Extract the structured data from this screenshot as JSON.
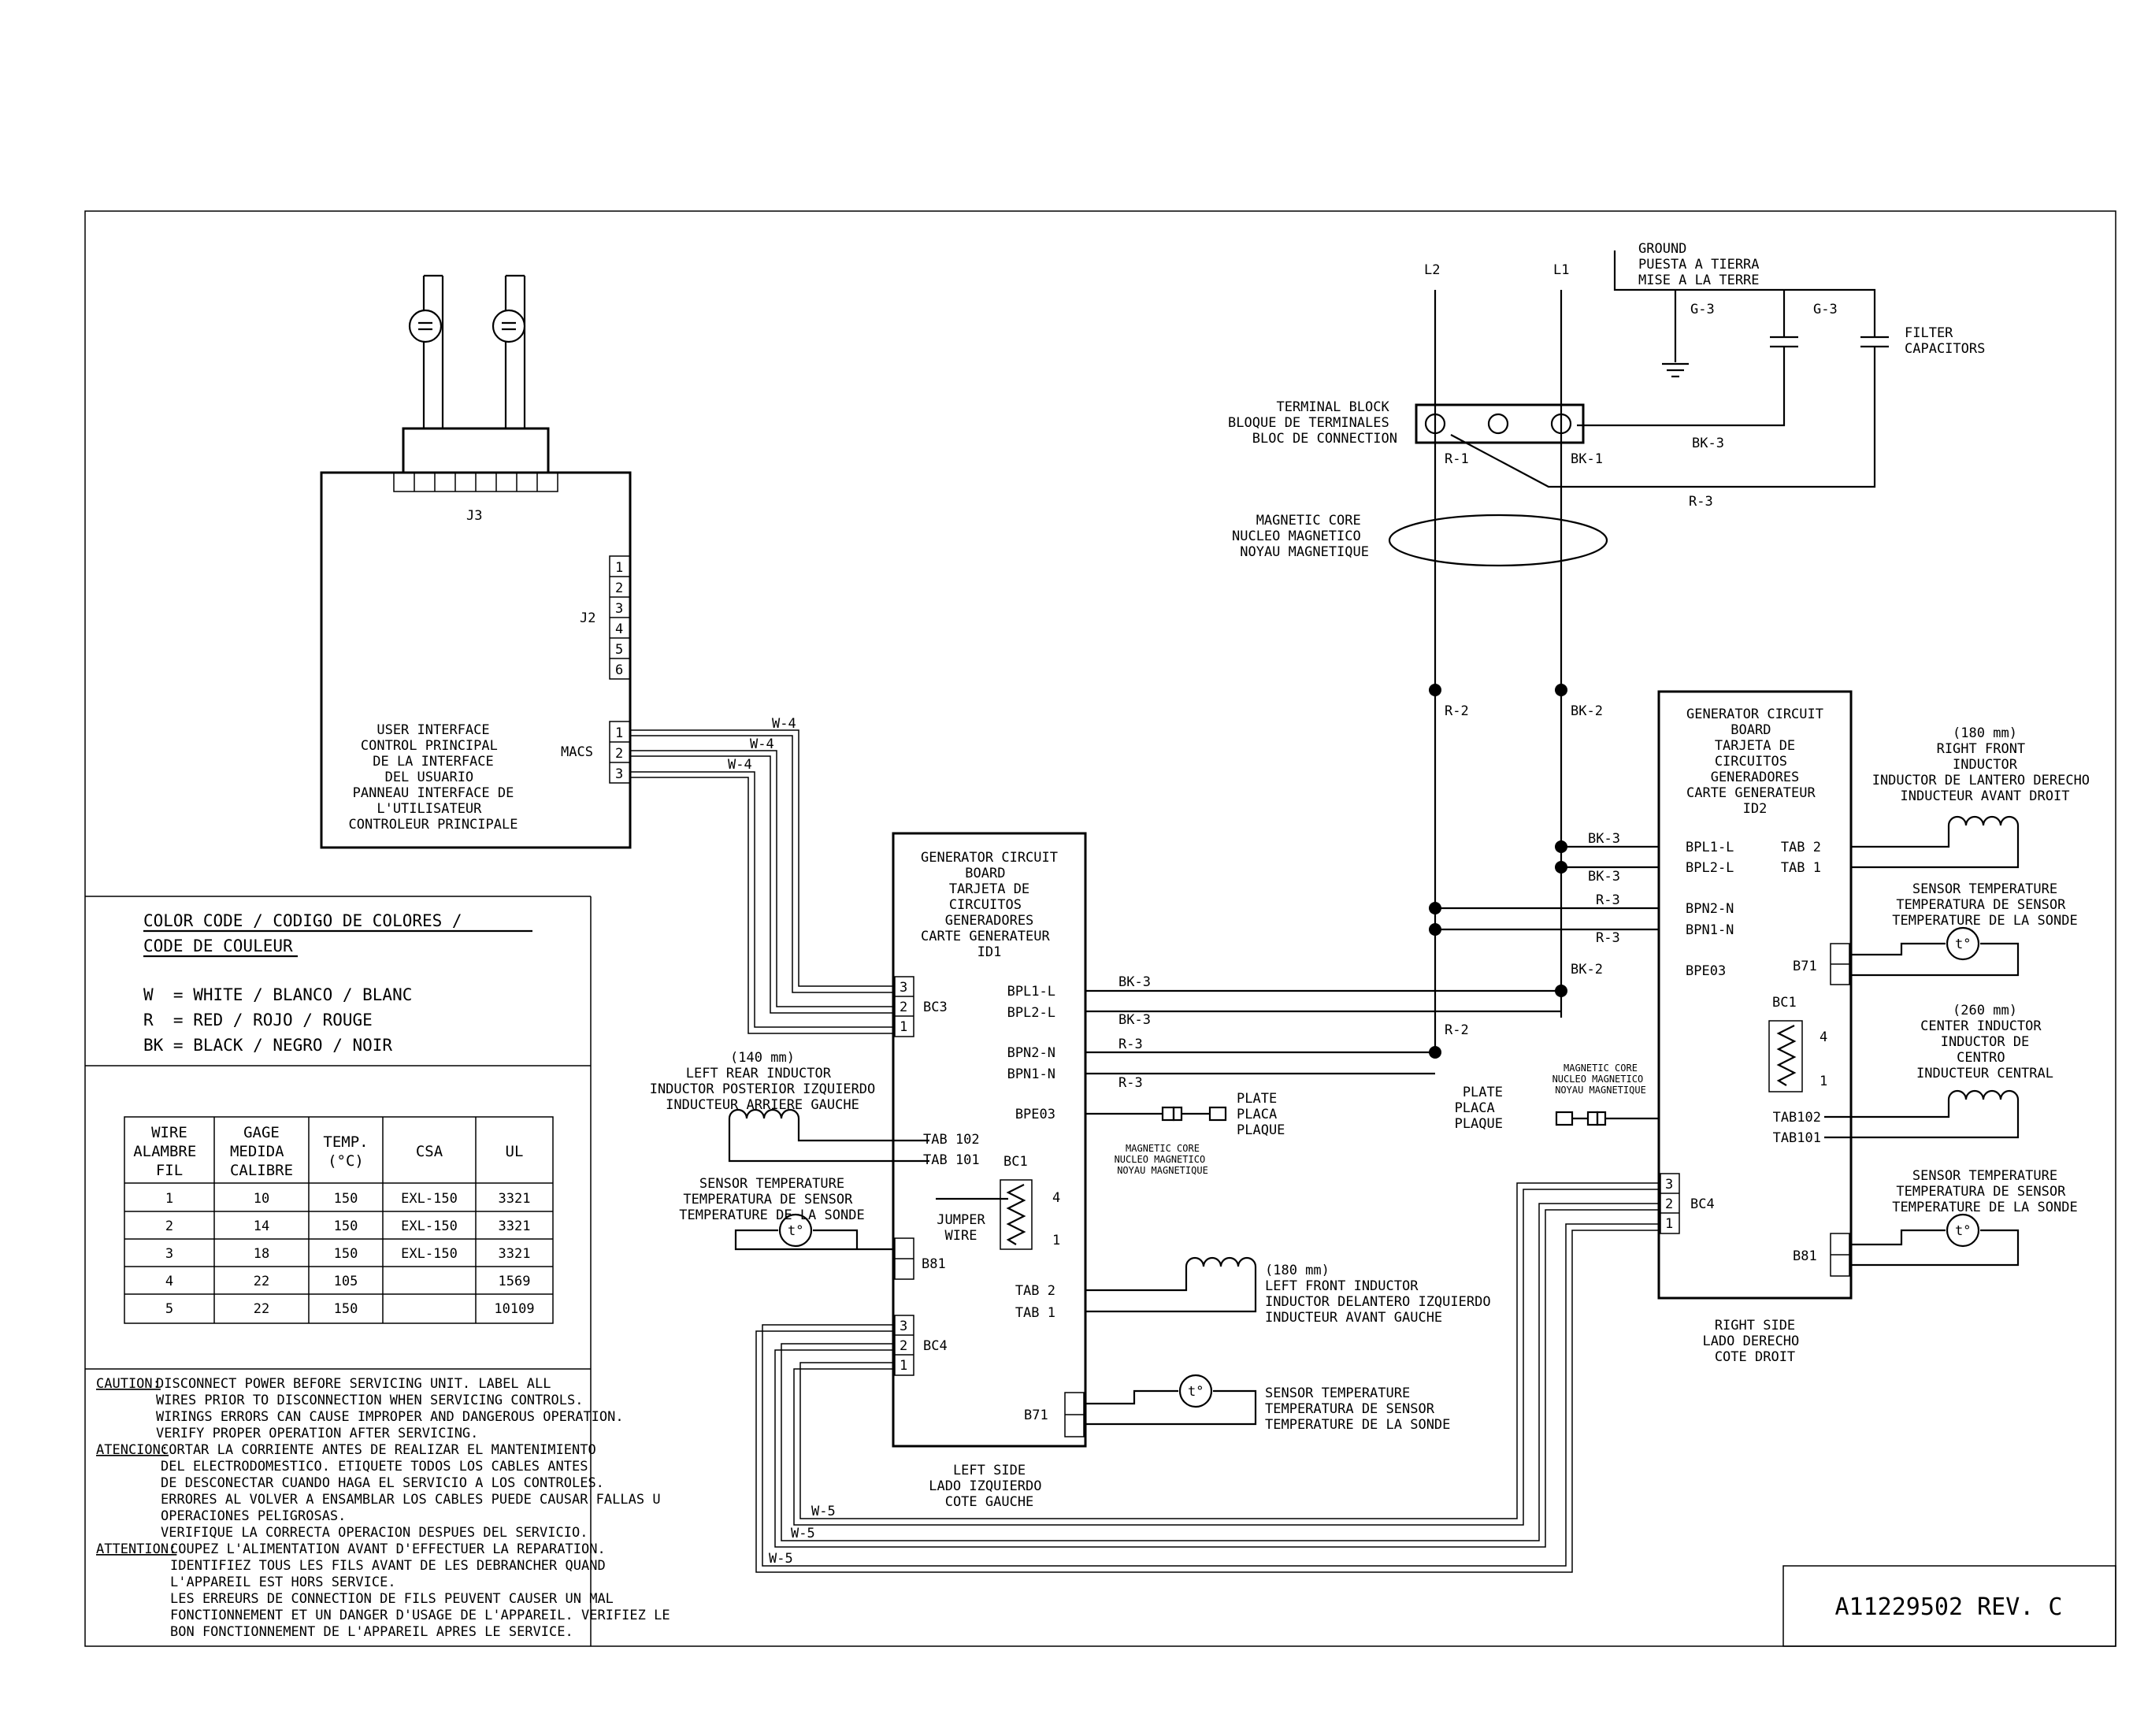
{
  "power": {
    "l2": "L2",
    "l1": "L1",
    "ground": [
      "GROUND",
      "PUESTA A TIERRA",
      "MISE A LA TERRE"
    ],
    "g3a": "G-3",
    "g3b": "G-3",
    "filter": [
      "FILTER",
      "CAPACITORS"
    ],
    "terminal_block": [
      "TERMINAL BLOCK",
      "BLOQUE DE TERMINALES",
      "BLOC DE CONNECTION"
    ],
    "r1": "R-1",
    "bk1": "BK-1",
    "bk3": "BK-3",
    "r3": "R-3",
    "magnetic_core": [
      "MAGNETIC CORE",
      "NUCLEO MAGNETICO",
      "NOYAU MAGNETIQUE"
    ],
    "r2": "R-2",
    "bk2": "BK-2"
  },
  "ui": {
    "j3": "J3",
    "j2": "J2",
    "macs": "MACS",
    "j2_pins": [
      "1",
      "2",
      "3",
      "4",
      "5",
      "6"
    ],
    "macs_pins": [
      "1",
      "2",
      "3"
    ],
    "title": [
      "USER INTERFACE",
      "CONTROL PRINCIPAL",
      "DE LA INTERFACE",
      "DEL USUARIO",
      "PANNEAU INTERFACE DE",
      "L'UTILISATEUR",
      "CONTROLEUR PRINCIPALE"
    ],
    "w4": "W-4"
  },
  "left": {
    "title": [
      "GENERATOR CIRCUIT",
      "BOARD",
      "TARJETA DE",
      "CIRCUITOS",
      "GENERADORES",
      "CARTE GENERATEUR",
      "ID1"
    ],
    "bc3": "BC3",
    "bc3_pins": [
      "3",
      "2",
      "1"
    ],
    "bpl1": "BPL1-L",
    "bpl2": "BPL2-L",
    "bpn2": "BPN2-N",
    "bpn1": "BPN1-N",
    "bpe03": "BPE03",
    "bk3": "BK-3",
    "r3": "R-3",
    "tab102": "TAB 102",
    "tab101": "TAB 101",
    "bc1": "BC1",
    "n4": "4",
    "n1": "1",
    "jumper": [
      "JUMPER",
      "WIRE"
    ],
    "b81": "B81",
    "tab2": "TAB 2",
    "tab1": "TAB 1",
    "bc4": "BC4",
    "bc4_pins": [
      "3",
      "2",
      "1"
    ],
    "b71": "B71",
    "plate": [
      "PLATE",
      "PLACA",
      "PLAQUE"
    ],
    "magcore": [
      "MAGNETIC CORE",
      "NUCLEO MAGNETICO",
      "NOYAU MAGNETIQUE"
    ],
    "rear_inductor": [
      "(140 mm)",
      "LEFT REAR INDUCTOR",
      "INDUCTOR POSTERIOR IZQUIERDO",
      "INDUCTEUR ARRIERE GAUCHE"
    ],
    "front_inductor": [
      "(180 mm)",
      "LEFT FRONT INDUCTOR",
      "INDUCTOR DELANTERO IZQUIERDO",
      "INDUCTEUR AVANT GAUCHE"
    ],
    "sensor": [
      "SENSOR TEMPERATURE",
      "TEMPERATURA DE SENSOR",
      "TEMPERATURE DE LA SONDE"
    ],
    "side": [
      "LEFT SIDE",
      "LADO IZQUIERDO",
      "COTE GAUCHE"
    ],
    "t": "t°"
  },
  "right": {
    "title": [
      "GENERATOR CIRCUIT",
      "BOARD",
      "TARJETA DE",
      "CIRCUITOS",
      "GENERADORES",
      "CARTE GENERATEUR",
      "ID2"
    ],
    "bpl1": "BPL1-L",
    "bpl2": "BPL2-L",
    "bpn2": "BPN2-N",
    "bpn1": "BPN1-N",
    "bpe03": "BPE03",
    "tab2": "TAB 2",
    "tab1": "TAB 1",
    "b71": "B71",
    "bc1": "BC1",
    "n4": "4",
    "n1": "1",
    "tab102": "TAB102",
    "tab101": "TAB101",
    "bc4": "BC4",
    "bc4_pins": [
      "3",
      "2",
      "1"
    ],
    "b81": "B81",
    "front_inductor": [
      "(180 mm)",
      "RIGHT FRONT",
      "INDUCTOR",
      "INDUCTOR DE LANTERO DERECHO",
      "INDUCTEUR AVANT DROIT"
    ],
    "center_inductor": [
      "(260 mm)",
      "CENTER INDUCTOR",
      "INDUCTOR DE",
      "CENTRO",
      "INDUCTEUR CENTRAL"
    ],
    "sensor": [
      "SENSOR TEMPERATURE",
      "TEMPERATURA DE SENSOR",
      "TEMPERATURE DE LA SONDE"
    ],
    "plate": [
      "PLATE",
      "PLACA",
      "PLAQUE"
    ],
    "magcore": [
      "MAGNETIC CORE",
      "NUCLEO MAGNETICO",
      "NOYAU MAGNETIQUE"
    ],
    "side": [
      "RIGHT SIDE",
      "LADO DERECHO",
      "COTE DROIT"
    ],
    "t": "t°"
  },
  "wires": {
    "w5": "W-5"
  },
  "color_code": {
    "title": [
      "COLOR CODE / CODIGO DE COLORES /",
      "CODE DE COULEUR"
    ],
    "rows": [
      "W  = WHITE / BLANCO / BLANC",
      "R  = RED / ROJO / ROUGE",
      "BK = BLACK / NEGRO / NOIR"
    ]
  },
  "wire_table": {
    "headers": [
      [
        "WIRE",
        "ALAMBRE",
        "FIL"
      ],
      [
        "GAGE",
        "MEDIDA",
        "CALIBRE"
      ],
      [
        "TEMP.",
        "(°C)"
      ],
      [
        "CSA"
      ],
      [
        "UL"
      ]
    ],
    "rows": [
      [
        "1",
        "10",
        "150",
        "EXL-150",
        "3321"
      ],
      [
        "2",
        "14",
        "150",
        "EXL-150",
        "3321"
      ],
      [
        "3",
        "18",
        "150",
        "EXL-150",
        "3321"
      ],
      [
        "4",
        "22",
        "105",
        "",
        "1569"
      ],
      [
        "5",
        "22",
        "150",
        "",
        "10109"
      ]
    ]
  },
  "notes": {
    "caution_label": "CAUTION:",
    "caution": [
      "DISCONNECT POWER BEFORE SERVICING UNIT. LABEL ALL",
      "WIRES PRIOR TO DISCONNECTION WHEN SERVICING CONTROLS.",
      "WIRINGS ERRORS CAN CAUSE IMPROPER AND DANGEROUS OPERATION.",
      "VERIFY PROPER OPERATION AFTER SERVICING."
    ],
    "atencion_label": "ATENCION:",
    "atencion": [
      "CORTAR LA CORRIENTE ANTES DE REALIZAR EL MANTENIMIENTO",
      "DEL ELECTRODOMESTICO. ETIQUETE TODOS LOS CABLES ANTES",
      "DE DESCONECTAR CUANDO HAGA EL SERVICIO A LOS CONTROLES.",
      "ERRORES AL VOLVER A ENSAMBLAR LOS CABLES PUEDE CAUSAR FALLAS U",
      "OPERACIONES PELIGROSAS.",
      "VERIFIQUE LA CORRECTA OPERACION DESPUES DEL SERVICIO."
    ],
    "attention_label": "ATTENTION:",
    "attention": [
      "COUPEZ L'ALIMENTATION AVANT D'EFFECTUER LA REPARATION.",
      "IDENTIFIEZ TOUS LES FILS AVANT DE LES DEBRANCHER QUAND",
      "L'APPAREIL EST HORS SERVICE.",
      "LES ERREURS DE CONNECTION DE FILS PEUVENT CAUSER UN MAL",
      "FONCTIONNEMENT ET UN DANGER D'USAGE DE L'APPAREIL. VERIFIEZ LE",
      "BON FONCTIONNEMENT DE L'APPAREIL APRES LE SERVICE."
    ]
  },
  "doc_number": "A11229502 REV. C"
}
